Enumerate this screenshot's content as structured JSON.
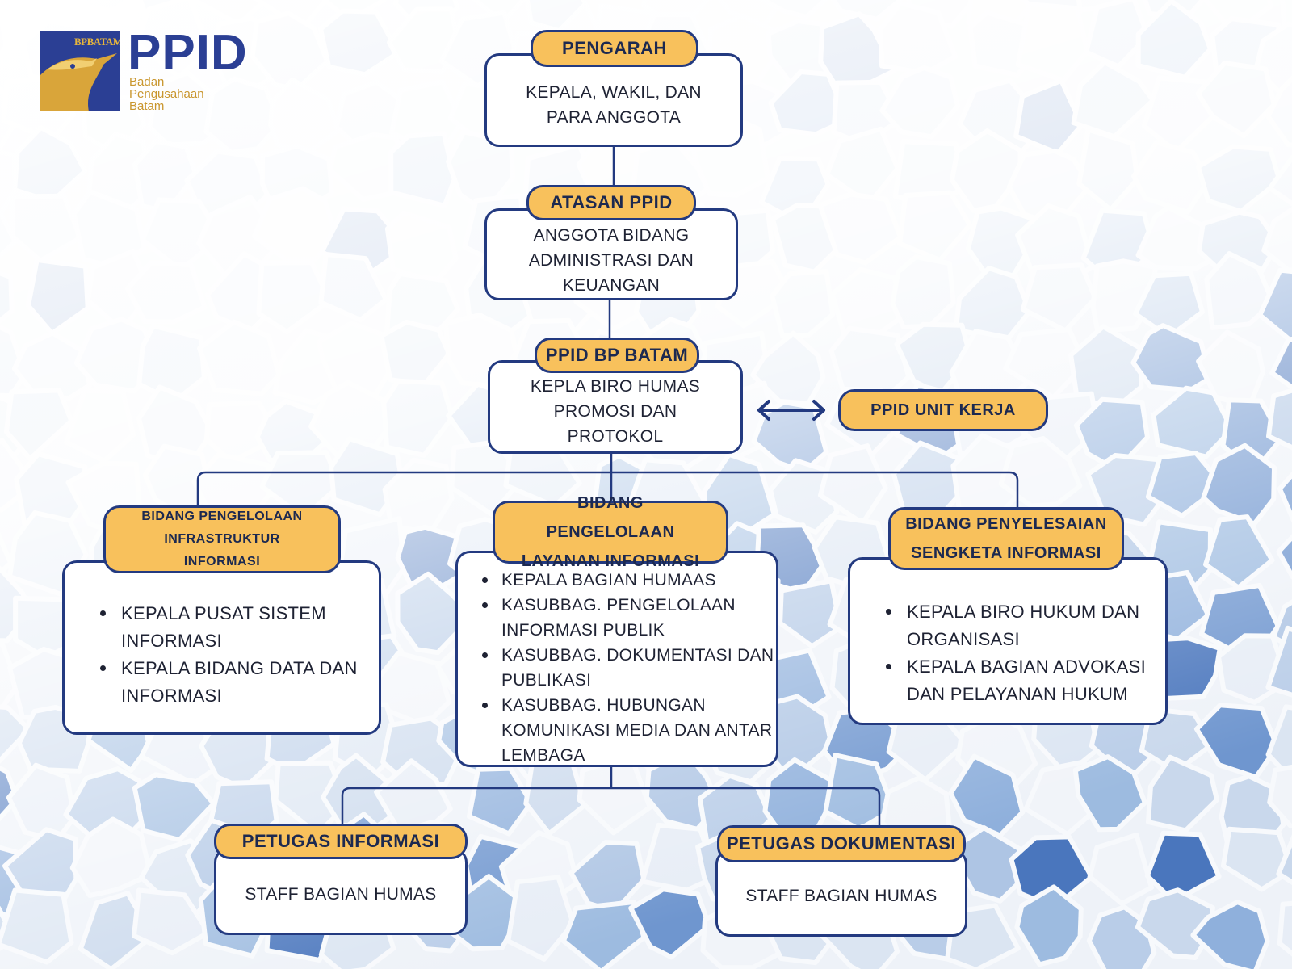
{
  "logo": {
    "mark_text": "BPBATAM",
    "wordmark": "PPID",
    "subtitle_lines": [
      "Badan",
      "Pengusahaan",
      "Batam"
    ]
  },
  "colors": {
    "navy": "#233a80",
    "pill_fill": "#f8c15c",
    "box_fill": "#ffffff",
    "logo_blue": "#2b3f94",
    "logo_gold": "#c9962e"
  },
  "nodes": {
    "pengarah": {
      "title": "PENGARAH",
      "text": "KEPALA, WAKIL, DAN PARA ANGGOTA"
    },
    "atasan": {
      "title": "ATASAN PPID",
      "text": "ANGGOTA BIDANG ADMINISTRASI DAN KEUANGAN"
    },
    "ppid_bp": {
      "title": "PPID BP BATAM",
      "text": "KEPLA BIRO HUMAS PROMOSI DAN PROTOKOL"
    },
    "unit_kerja": {
      "title": "PPID UNIT KERJA"
    },
    "infrastruktur": {
      "title": "BIDANG PENGELOLAAN INFRASTRUKTUR INFORMASI",
      "items": [
        "KEPALA PUSAT SISTEM INFORMASI",
        "KEPALA BIDANG DATA DAN INFORMASI"
      ]
    },
    "layanan": {
      "title": "BIDANG PENGELOLAAN LAYANAN INFORMASI",
      "items": [
        "KEPALA BAGIAN HUMAAS",
        "KASUBBAG. PENGELOLAAN INFORMASI PUBLIK",
        "KASUBBAG. DOKUMENTASI DAN PUBLIKASI",
        "KASUBBAG. HUBUNGAN KOMUNIKASI MEDIA DAN ANTAR LEMBAGA"
      ]
    },
    "sengketa": {
      "title": "BIDANG PENYELESAIAN SENGKETA INFORMASI",
      "items": [
        "KEPALA BIRO HUKUM DAN ORGANISASI",
        "KEPALA BAGIAN ADVOKASI DAN PELAYANAN HUKUM"
      ]
    },
    "petugas_informasi": {
      "title": "PETUGAS INFORMASI",
      "text": "STAFF BAGIAN HUMAS"
    },
    "petugas_dokumentasi": {
      "title": "PETUGAS DOKUMENTASI",
      "text": "STAFF BAGIAN HUMAS"
    }
  }
}
